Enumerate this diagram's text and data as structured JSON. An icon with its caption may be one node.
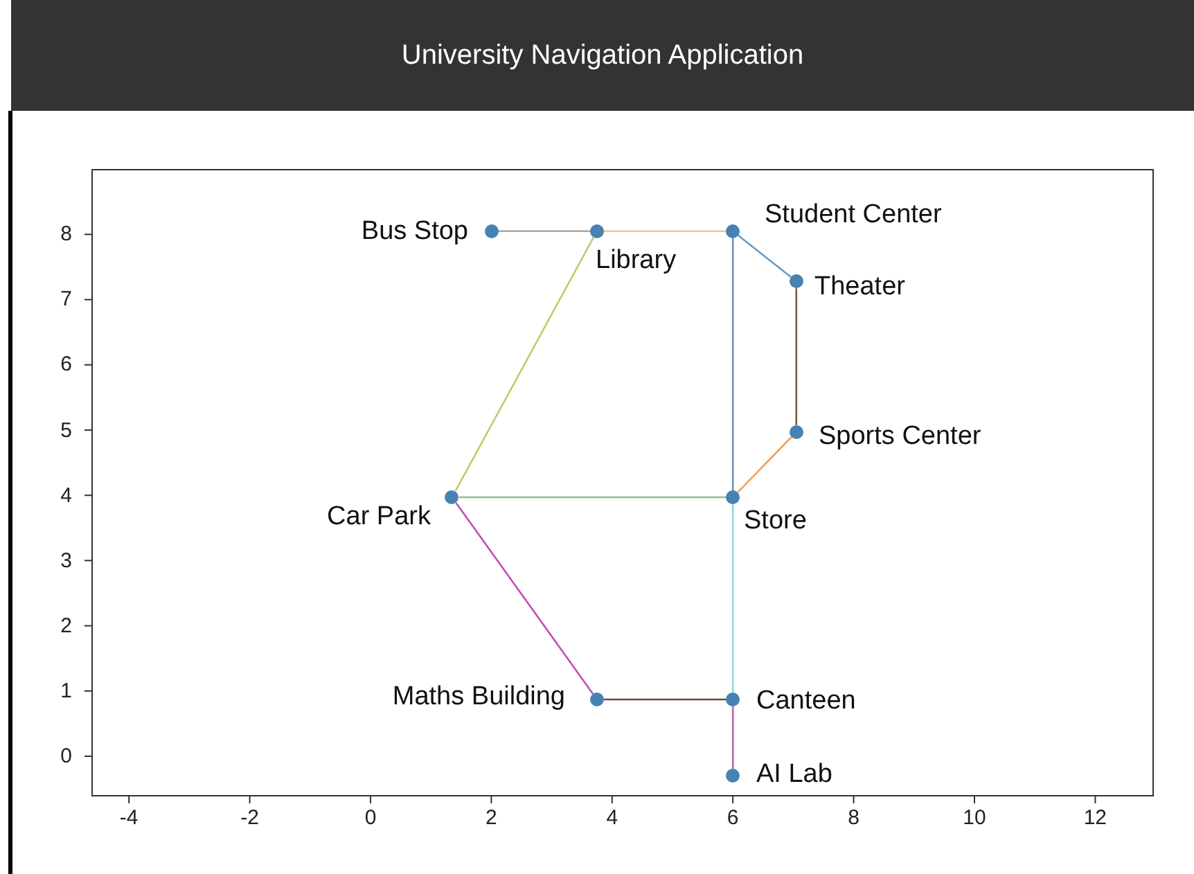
{
  "diagram": {
    "title": "University Navigation Application",
    "nodes": [
      {
        "text": [],
        "shape": "circle",
        "beside": [
          "Bus Stop"
        ]
      },
      {
        "text": [],
        "shape": "circle",
        "beside": [
          "Library"
        ]
      },
      {
        "text": [],
        "shape": "circle",
        "beside": [
          "Student Center"
        ]
      },
      {
        "text": [],
        "shape": "circle",
        "beside": [
          "Theater"
        ]
      },
      {
        "text": [],
        "shape": "circle",
        "beside": [
          "Sports Center"
        ]
      },
      {
        "text": [],
        "shape": "circle",
        "beside": [
          "Car Park"
        ]
      },
      {
        "text": [],
        "shape": "circle",
        "beside": [
          "Store"
        ]
      },
      {
        "text": [],
        "shape": "circle",
        "beside": [
          "Maths Building"
        ]
      },
      {
        "text": [],
        "shape": "circle",
        "beside": [
          "Canteen"
        ]
      },
      {
        "text": [],
        "shape": "circle",
        "beside": [
          "AI Lab"
        ]
      }
    ],
    "edges": [
      {
        "from": 0,
        "to": 1,
        "arrow": "none",
        "color": "#a8a8a8"
      },
      {
        "from": 1,
        "to": 2,
        "arrow": "none",
        "color": "#f5c28a"
      },
      {
        "from": 1,
        "to": 5,
        "arrow": "none",
        "color": "#c8c86a"
      },
      {
        "from": 2,
        "to": 3,
        "arrow": "none",
        "color": "#6a9ac0"
      },
      {
        "from": 2,
        "to": 6,
        "arrow": "none",
        "color": "#6a8fb8"
      },
      {
        "from": 3,
        "to": 4,
        "arrow": "none",
        "color": "#7a5a40"
      },
      {
        "from": 4,
        "to": 6,
        "arrow": "none",
        "color": "#f5a050"
      },
      {
        "from": 5,
        "to": 6,
        "arrow": "none",
        "color": "#90c090"
      },
      {
        "from": 5,
        "to": 7,
        "arrow": "none",
        "color": "#c050b0"
      },
      {
        "from": 6,
        "to": 8,
        "arrow": "none",
        "color": "#90d8e0"
      },
      {
        "from": 7,
        "to": 8,
        "arrow": "none",
        "color": "#6a4a3a"
      },
      {
        "from": 8,
        "to": 9,
        "arrow": "none",
        "color": "#c060b0"
      }
    ],
    "labels": [
      "8",
      "7",
      "6",
      "5",
      "4",
      "3",
      "2",
      "1",
      "0",
      "-4",
      "-2",
      "0",
      "2",
      "4",
      "6",
      "8",
      "10",
      "12"
    ]
  }
}
